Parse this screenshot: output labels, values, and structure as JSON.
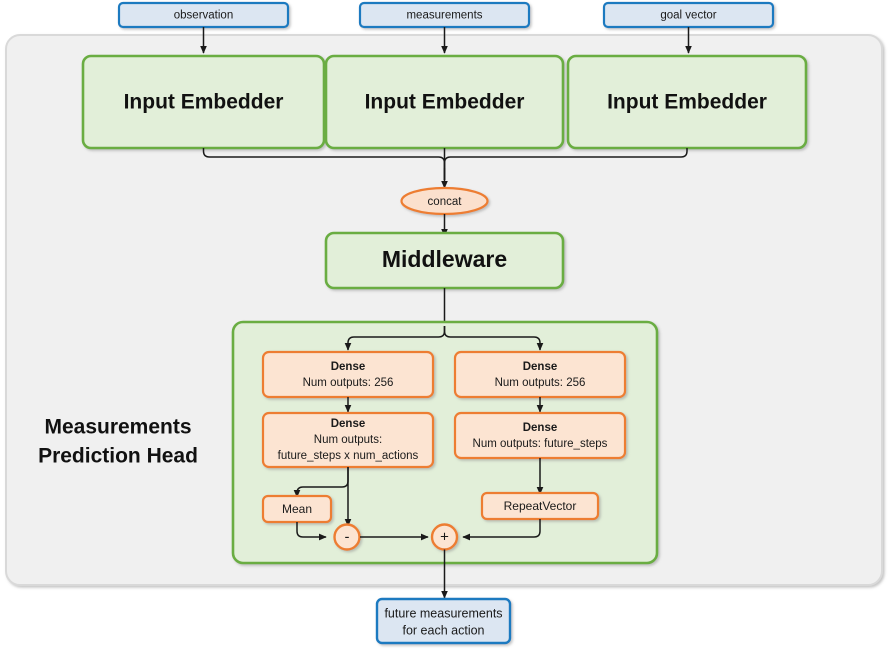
{
  "colors": {
    "outer_container_fill": "#f0f0f0",
    "outer_container_stroke": "#d6d6d6",
    "io_box_fill": "#dce6f2",
    "io_box_stroke": "#1f7ac0",
    "green_box_fill": "#e2efd9",
    "green_box_stroke": "#6aad43",
    "orange_box_fill": "#fce4d2",
    "orange_box_stroke": "#ed7d31",
    "arrow_stroke": "#1a1a1a",
    "text": "#1a1a1a"
  },
  "inputs": [
    {
      "id": "observation",
      "label": "observation"
    },
    {
      "id": "measurements",
      "label": "measurements"
    },
    {
      "id": "goal-vector",
      "label": "goal vector"
    }
  ],
  "embedders": [
    {
      "id": "embedder-observation",
      "label": "Input Embedder"
    },
    {
      "id": "embedder-measurements",
      "label": "Input Embedder"
    },
    {
      "id": "embedder-goal-vector",
      "label": "Input Embedder"
    }
  ],
  "concat": {
    "label": "concat"
  },
  "middleware": {
    "label": "Middleware"
  },
  "head": {
    "title_line1": "Measurements",
    "title_line2": "Prediction Head",
    "left_branch": {
      "dense1": {
        "title": "Dense",
        "sub1": "Num outputs: 256",
        "sub2": ""
      },
      "dense2": {
        "title": "Dense",
        "sub1": "Num outputs:",
        "sub2": "future_steps x num_actions"
      },
      "mean": {
        "label": "Mean"
      },
      "operator": {
        "label": "-"
      }
    },
    "right_branch": {
      "dense1": {
        "title": "Dense",
        "sub1": "Num outputs: 256",
        "sub2": ""
      },
      "dense2": {
        "title": "Dense",
        "sub1": "Num outputs: future_steps",
        "sub2": ""
      },
      "repeat_vector": {
        "label": "RepeatVector"
      },
      "operator": {
        "label": "+"
      }
    }
  },
  "output": {
    "line1": "future measurements",
    "line2": "for each action"
  }
}
